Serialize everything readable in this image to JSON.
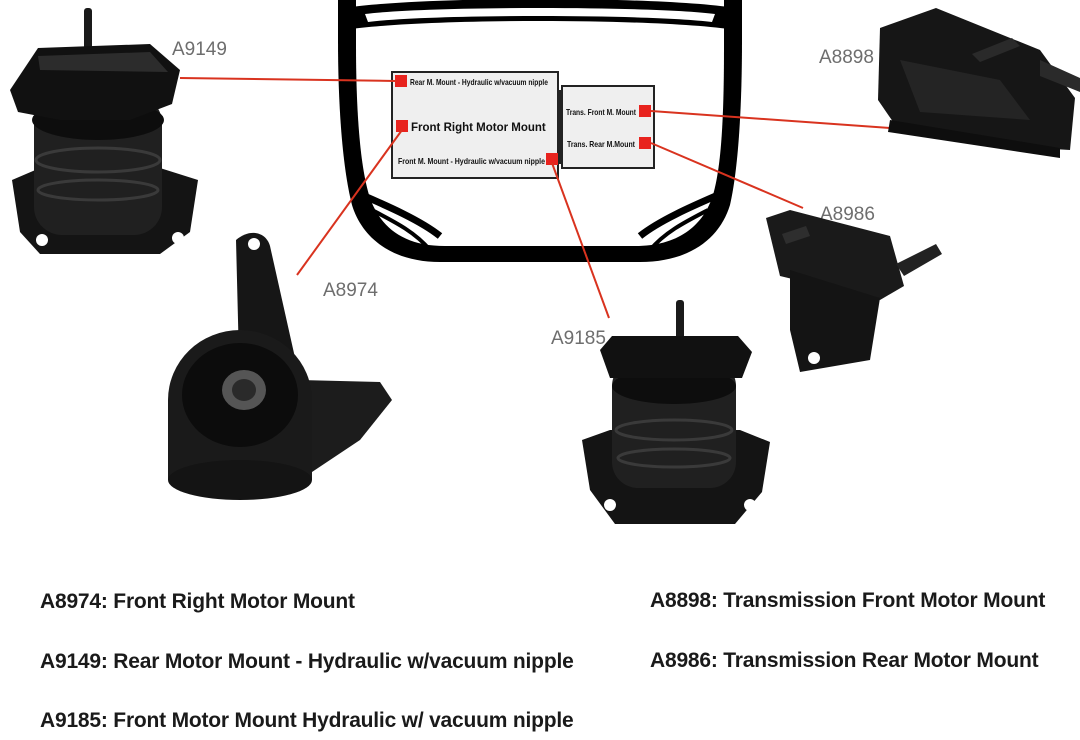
{
  "diagram": {
    "engine_bay": {
      "labels": {
        "rear_mount": "Rear M. Mount - Hydraulic w/vacuum nipple",
        "front_right_mount": "Front Right Motor Mount",
        "front_mount": "Front M. Mount - Hydraulic w/vacuum nipple",
        "trans_front_mount": "Trans. Front M. Mount",
        "trans_rear_mount": "Trans. Rear M.Mount"
      },
      "marker_color": "#e8231e",
      "box_fill": "#efefef"
    },
    "part_codes": {
      "a9149": "A9149",
      "a8974": "A8974",
      "a9185": "A9185",
      "a8898": "A8898",
      "a8986": "A8986"
    },
    "leader_color": "#d9331f"
  },
  "legend": [
    {
      "text": "A8974: Front Right Motor Mount"
    },
    {
      "text": "A9149: Rear Motor Mount - Hydraulic w/vacuum nipple"
    },
    {
      "text": "A9185: Front Motor Mount  Hydraulic w/ vacuum nipple"
    },
    {
      "text": "A8898: Transmission Front Motor Mount"
    },
    {
      "text": "A8986: Transmission Rear Motor Mount"
    }
  ]
}
